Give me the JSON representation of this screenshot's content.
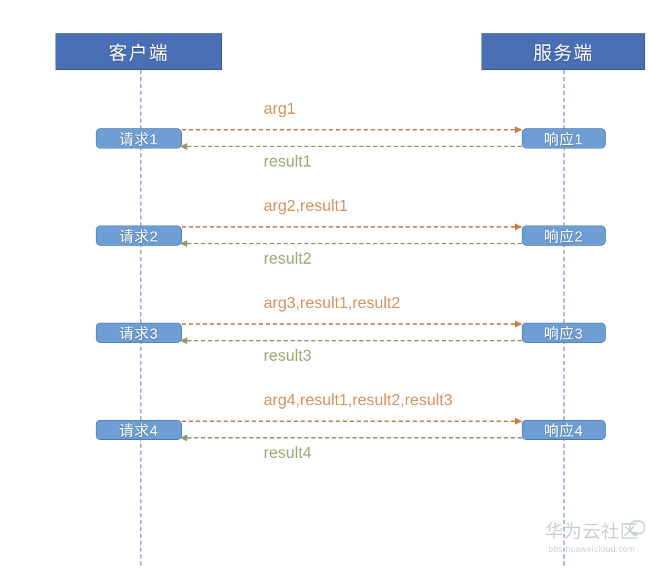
{
  "diagram": {
    "type": "sequence-diagram",
    "background_color": "#ffffff",
    "participants": [
      {
        "id": "client",
        "label": "客户端",
        "side": "left"
      },
      {
        "id": "server",
        "label": "服务端",
        "side": "right"
      }
    ],
    "colors": {
      "participant_fill": "#4a6fb5",
      "activation_fill": "#6e9ed4",
      "lifeline": "#9aaed2",
      "request_arrow": "#c87f4d",
      "request_label": "#d9935f",
      "response_arrow": "#8fa06a",
      "response_label": "#9aab72",
      "watermark": "#c9ced6"
    },
    "exchanges": [
      {
        "request_box": "请求1",
        "response_box": "响应1",
        "request_label": "arg1",
        "response_label": "result1"
      },
      {
        "request_box": "请求2",
        "response_box": "响应2",
        "request_label": "arg2,result1",
        "response_label": "result2"
      },
      {
        "request_box": "请求3",
        "response_box": "响应3",
        "request_label": "arg3,result1,result2",
        "response_label": "result3"
      },
      {
        "request_box": "请求4",
        "response_box": "响应4",
        "request_label": "arg4,result1,result2,result3",
        "response_label": "result4"
      }
    ]
  },
  "watermark": {
    "main": "华为云社区",
    "sub": "bbs.huaweicloud.com",
    "bubble_icon": "speech-bubble-icon"
  }
}
